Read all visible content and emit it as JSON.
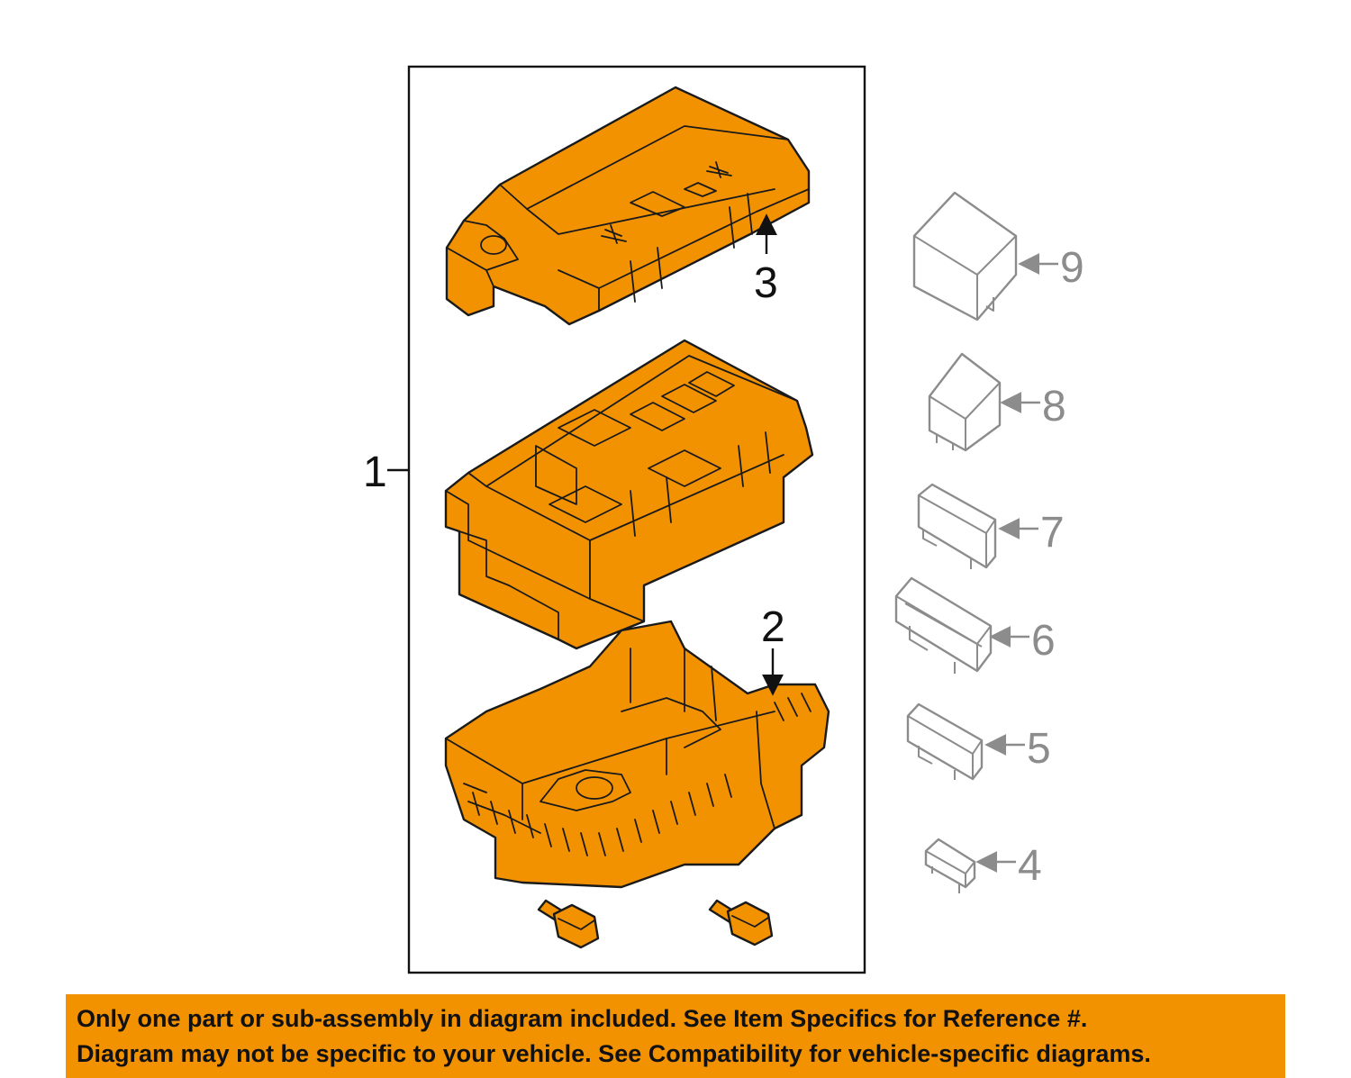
{
  "colors": {
    "part_fill": "#f39200",
    "outline": "#1a1a1a",
    "unused_part": "#8c8c8c",
    "banner_bg": "#f39200"
  },
  "callouts": {
    "c1": "1",
    "c2": "2",
    "c3": "3",
    "c4": "4",
    "c5": "5",
    "c6": "6",
    "c7": "7",
    "c8": "8",
    "c9": "9"
  },
  "disclaimer": {
    "line1": "Only one part or sub-assembly in diagram included. See Item Specifics for Reference #.",
    "line2": "Diagram may not be specific to your vehicle. See Compatibility for vehicle-specific diagrams."
  }
}
